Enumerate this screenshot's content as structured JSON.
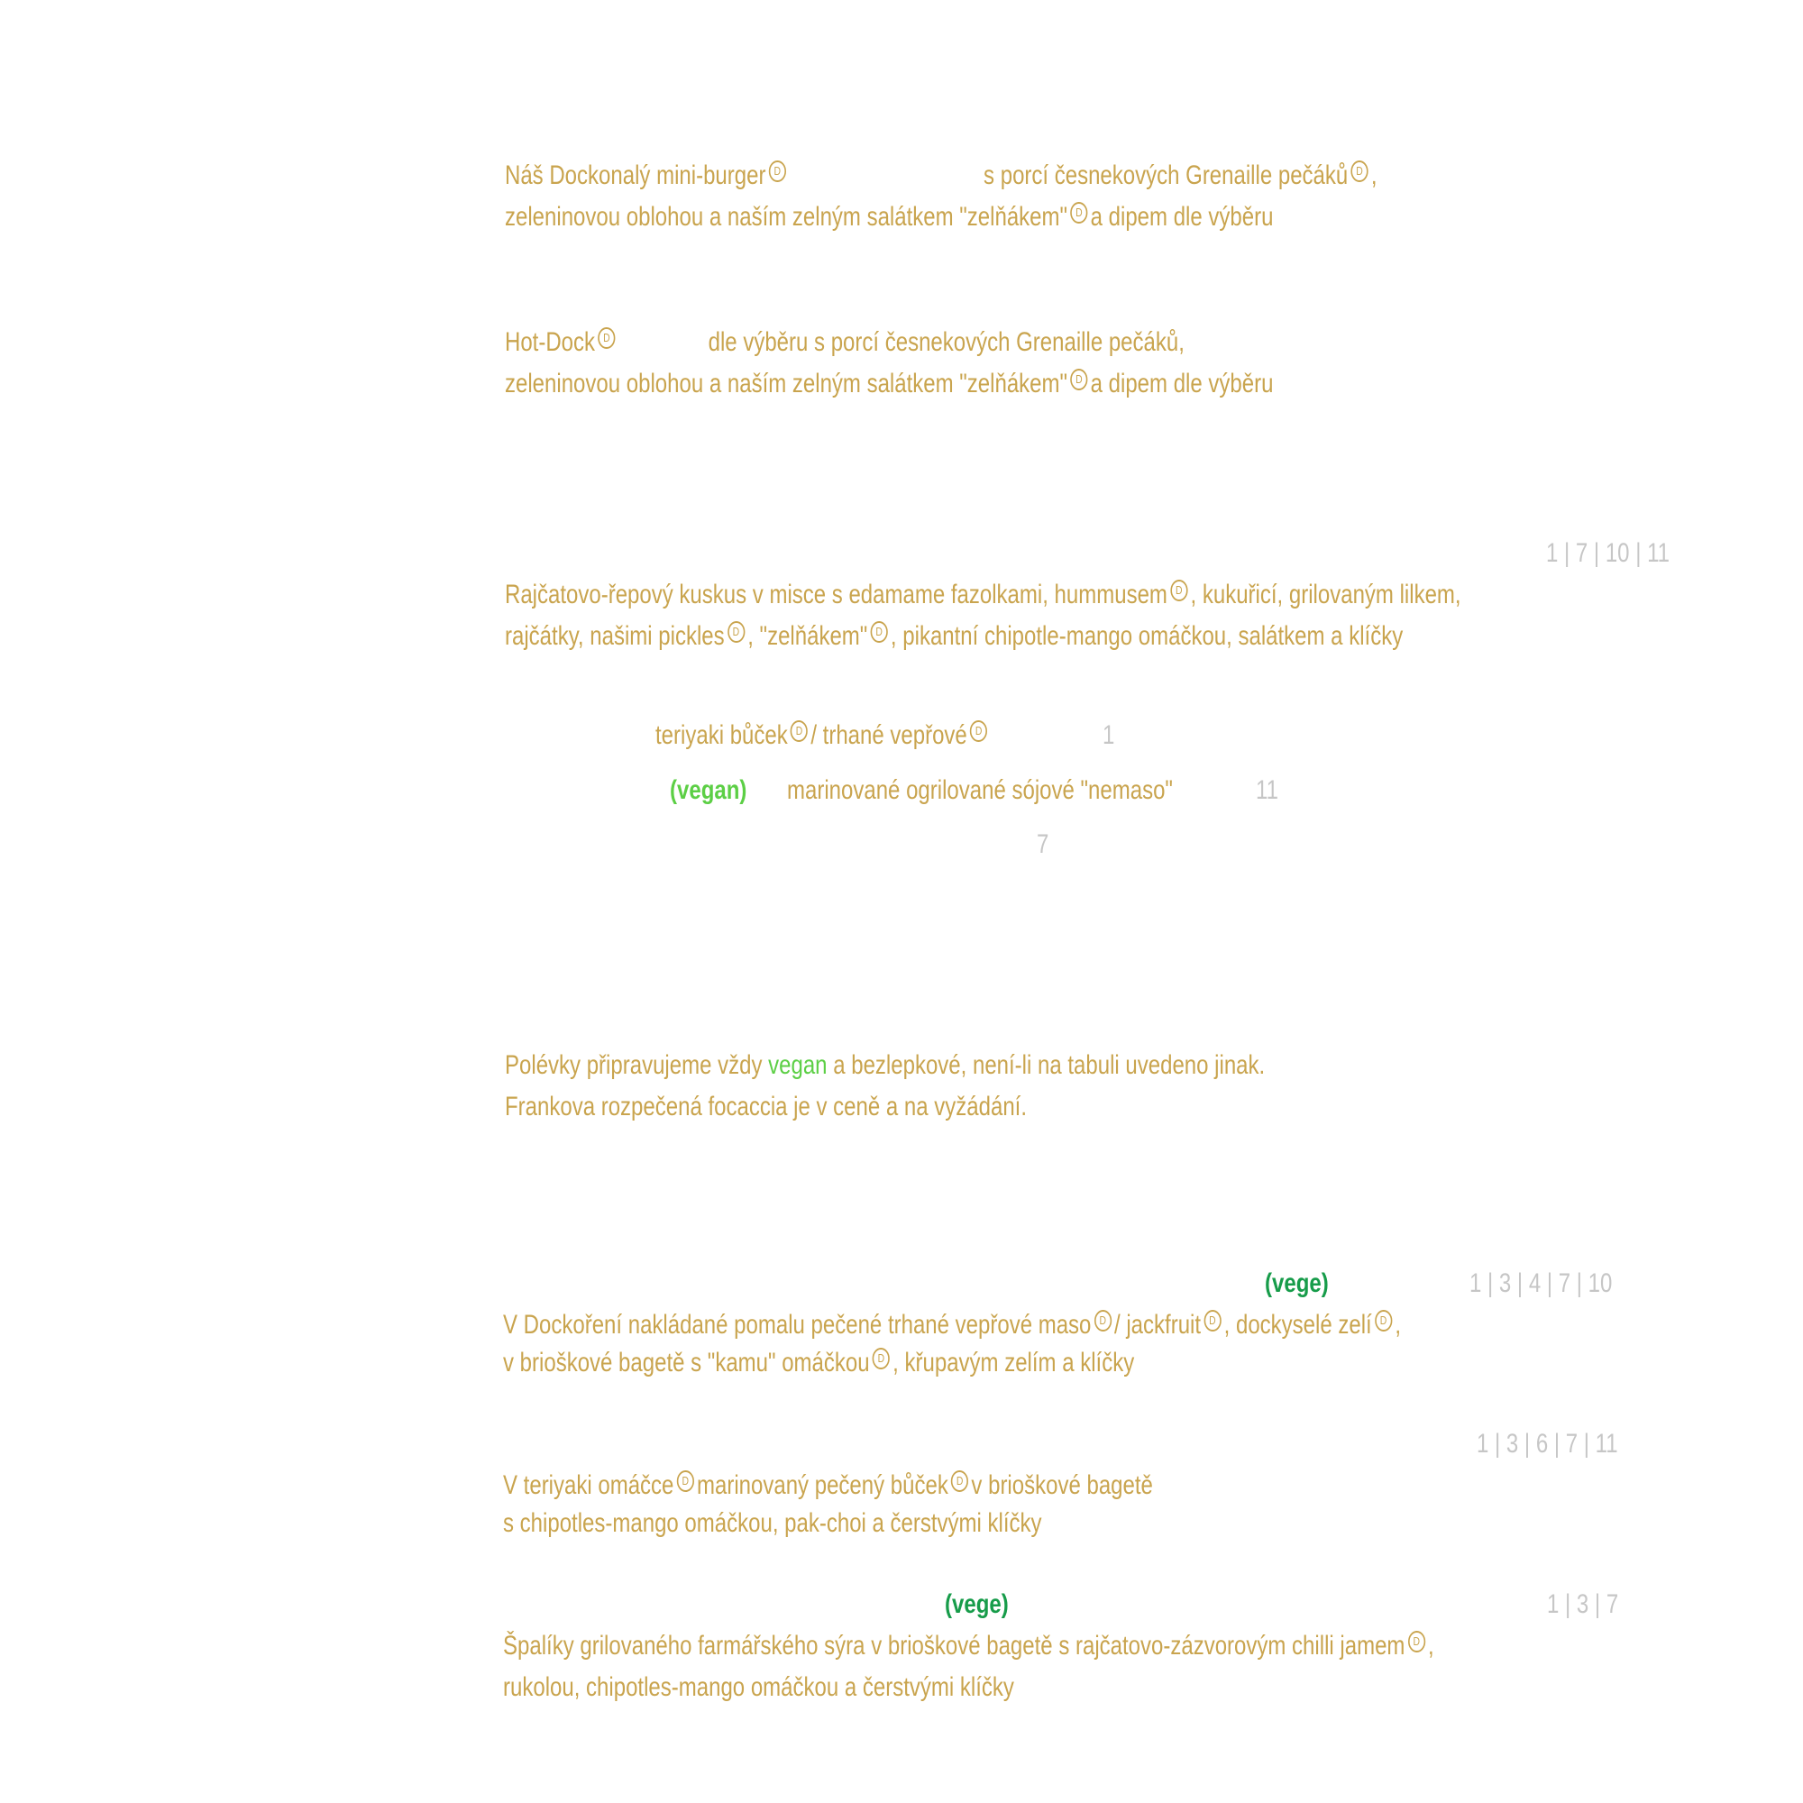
{
  "badge_letter": "D",
  "sections": {
    "kids": {
      "burger": {
        "part1": "Náš Dockonalý mini-burger",
        "part2": "s porcí česnekových Grenaille pečáků",
        "part2_end": ",",
        "line2a": "zeleninovou oblohou a naším zelným salátkem \"zelňákem\"",
        "line2b": "a dipem dle výběru"
      },
      "hotdock": {
        "part1": "Hot-Dock",
        "part2": "dle výběru s porcí česnekových Grenaille pečáků,",
        "line2a": "zeleninovou oblohou a naším zelným salátkem \"zelňákem\"",
        "line2b": "a dipem dle výběru"
      }
    },
    "bowl": {
      "allergens": "1 | 7 | 10 | 11",
      "desc_line1a": "Rajčatovo-řepový kuskus v misce s edamame fazolkami, hummusem",
      "desc_line1b": ", kukuřicí, grilovaným lilkem,",
      "desc_line2a": "rajčátky, našimi pickles",
      "desc_line2b": ", \"zelňákem\"",
      "desc_line2c": ", pikantní chipotle-mango omáčkou, salátkem a klíčky",
      "opt1a": "teriyaki bůček",
      "opt1b": "/ trhané vepřové",
      "opt1_alg": "1",
      "opt2_tag": "(vegan)",
      "opt2_text": "marinované ogrilované sójové \"nemaso\"",
      "opt2_alg": "11",
      "opt3_alg": "7"
    },
    "soup": {
      "line1a": "Polévky připravujeme vždy",
      "line1_vegan": "vegan",
      "line1b": "a bezlepkové, není-li na tabuli uvedeno jinak.",
      "line2": "Frankova rozpečená focaccia je v ceně a na vyžádání."
    },
    "baguettes": {
      "item1_tag": "(vege)",
      "item1_alg": "1 | 3 | 4 | 7 | 10",
      "item1_line1a": "V Dockoření nakládané pomalu pečené trhané vepřové maso",
      "item1_line1b": "/ jackfruit",
      "item1_line1c": ", dockyselé zelí",
      "item1_line1d": ",",
      "item1_line2a": "v brioškové bagetě s \"kamu\" omáčkou",
      "item1_line2b": ", křupavým zelím a klíčky",
      "item2_alg": "1 | 3 | 6 | 7 | 11",
      "item2_line1a": "V teriyaki omáčce",
      "item2_line1b": "marinovaný pečený bůček",
      "item2_line1c": "v brioškové bagetě",
      "item2_line2": "s chipotles-mango omáčkou, pak-choi a čerstvými klíčky",
      "item3_tag": "(vege)",
      "item3_alg": "1 | 3 | 7",
      "item3_line1a": "Špalíky grilovaného farmářského sýra v brioškové bagetě s rajčatovo-zázvorovým chilli jamem",
      "item3_line1b": ",",
      "item3_line2": "rukolou, chipotles-mango omáčkou a čerstvými klíčky"
    }
  }
}
